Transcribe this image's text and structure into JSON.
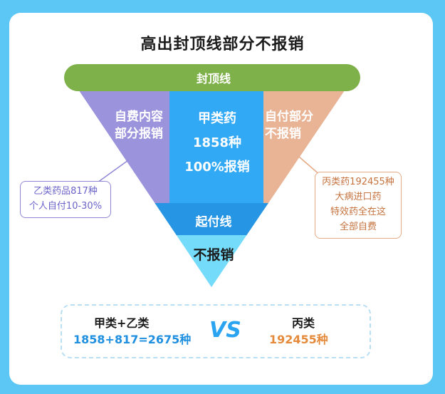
{
  "title": "高出封顶线部分不报销",
  "ceiling_label": "封顶线",
  "left_segment": {
    "line1": "自费内容",
    "line2": "部分报销"
  },
  "center_segment": {
    "line1": "甲类药",
    "line2": "1858种",
    "line3": "100%报销"
  },
  "right_segment": {
    "line1": "自付部分",
    "line2": "不报销"
  },
  "deductible_label": "起付线",
  "bottom_label": "不报销",
  "left_callout": {
    "line1": "乙类药品817种",
    "line2": "个人自付10-30%"
  },
  "right_callout": {
    "line1": "丙类药192455种",
    "line2": "大病进口药",
    "line3": "特效药全在这",
    "line4": "全部自费"
  },
  "comparison": {
    "left_heading": "甲类+乙类",
    "left_value": "1858+817=2675种",
    "vs": "VS",
    "right_heading": "丙类",
    "right_value": "192455种"
  },
  "colors": {
    "ceiling": "#7fb14a",
    "left": "#9b93dc",
    "center": "#32a9f5",
    "right": "#e9b495",
    "deductible": "#2696e4",
    "bottom": "#74dbfb"
  }
}
